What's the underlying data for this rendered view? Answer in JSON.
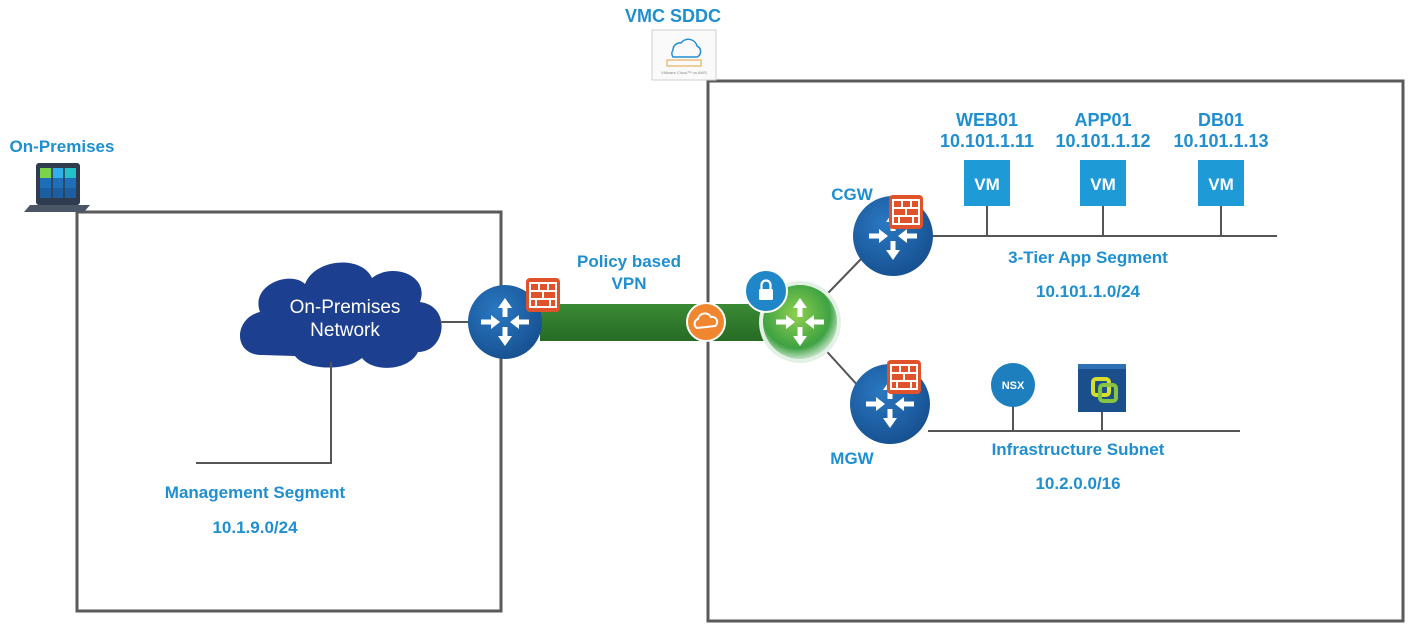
{
  "labels": {
    "vmc_sddc": "VMC SDDC",
    "on_premises": "On-Premises",
    "cloud_line1": "On-Premises",
    "cloud_line2": "Network",
    "vpn_line1": "Policy based",
    "vpn_line2": "VPN",
    "cgw": "CGW",
    "mgw": "MGW",
    "mgmt_segment": "Management Segment",
    "mgmt_cidr": "10.1.9.0/24",
    "app_segment": "3-Tier App Segment",
    "app_cidr": "10.101.1.0/24",
    "infra_subnet": "Infrastructure Subnet",
    "infra_cidr": "10.2.0.0/16",
    "sddc_logo_text": "VMware Cloud™ on AWS"
  },
  "vms": [
    {
      "name": "WEB01",
      "ip": "10.101.1.11",
      "badge": "VM"
    },
    {
      "name": "APP01",
      "ip": "10.101.1.12",
      "badge": "VM"
    },
    {
      "name": "DB01",
      "ip": "10.101.1.13",
      "badge": "VM"
    }
  ],
  "icons": {
    "nsx_badge": "NSX"
  },
  "colors": {
    "label_blue": "#1f8fcf",
    "router_blue": "#1d5fa6",
    "cloud_navy": "#1c3f8f",
    "vpn_green": "#2e7d2e",
    "firewall_orange": "#e0532a",
    "vpn_cloud_orange": "#f0862f",
    "vm_blue": "#1e9ad6",
    "box_border": "#5a5a5a"
  }
}
